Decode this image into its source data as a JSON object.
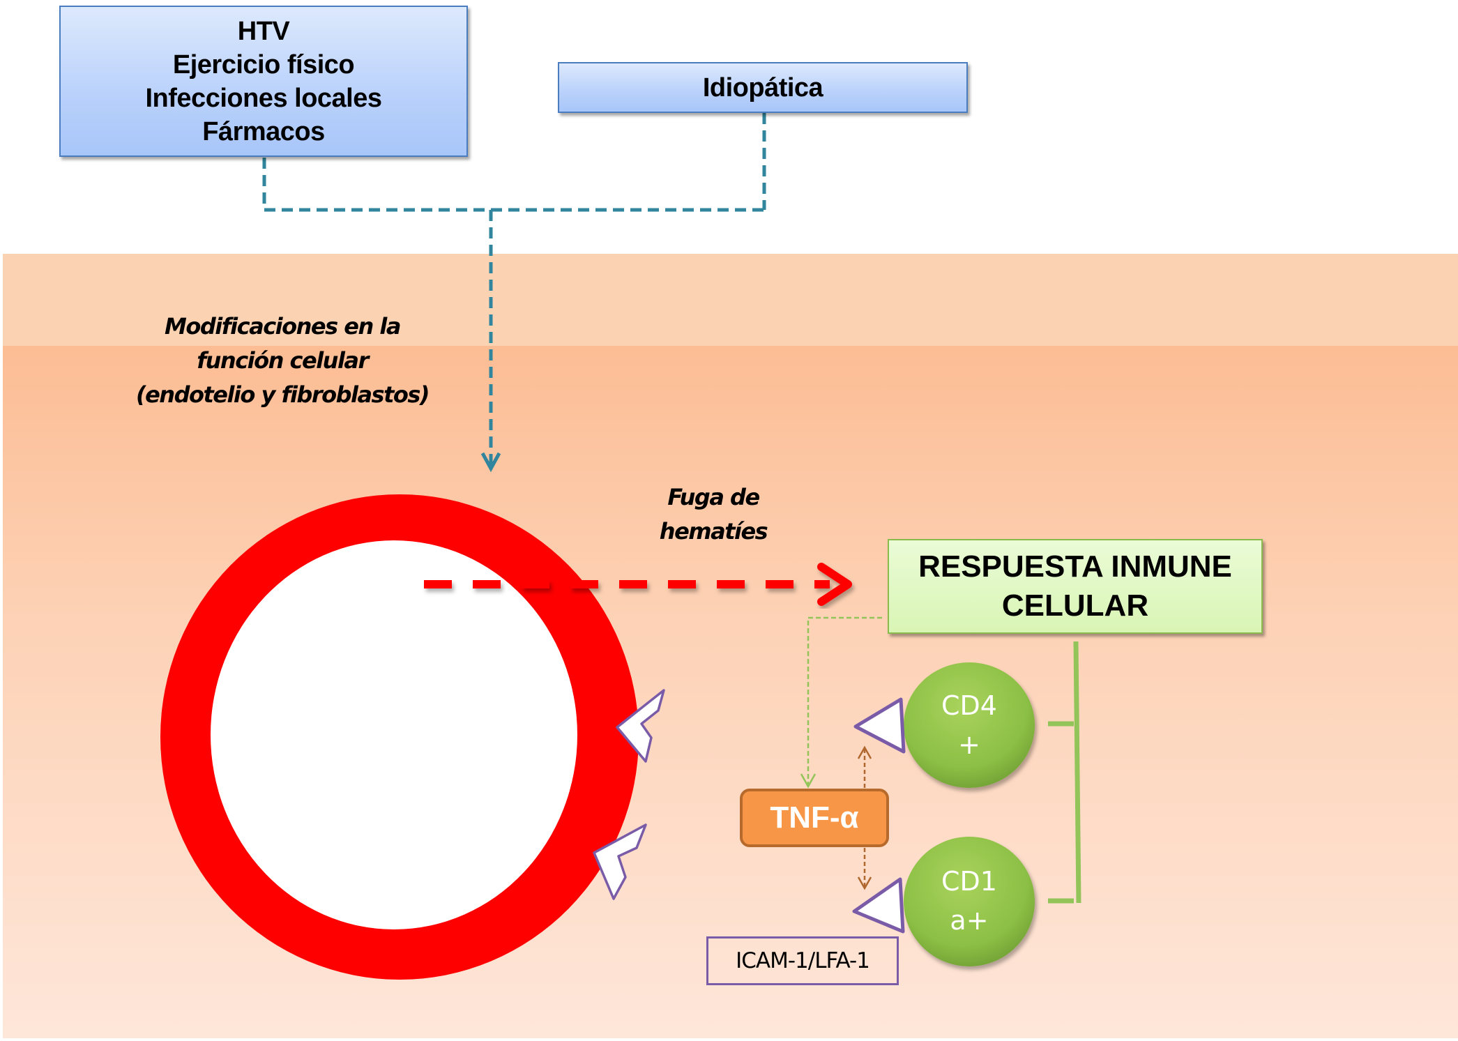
{
  "causes_box": {
    "lines": [
      "HTV",
      "Ejercicio físico",
      "Infecciones locales",
      "Fármacos"
    ]
  },
  "idiopathic_box": {
    "label": "Idiopática"
  },
  "cell_function_note": {
    "lines": [
      "Modificaciones en la",
      "función celular",
      "(endotelio y fibroblastos)"
    ]
  },
  "leak_note": {
    "lines": [
      "Fuga de",
      "hematíes"
    ]
  },
  "immune_response_box": {
    "lines": [
      "RESPUESTA INMUNE",
      "CELULAR"
    ]
  },
  "tnf_box": {
    "label": "TNF-α"
  },
  "cells": [
    {
      "lines": [
        "CD4",
        "+"
      ]
    },
    {
      "lines": [
        "CD1",
        "a+"
      ]
    }
  ],
  "adhesion_box": {
    "label": "ICAM-1/LFA-1"
  },
  "colors": {
    "vessel_wall": "#ff0000",
    "cause_connector": "#31859c",
    "leak_arrow": "#ff0000",
    "immune_connector": "#92c45a",
    "tnf_arrow": "#b0672d",
    "cell_fill": "#8fc046",
    "receptor_outline": "#7a5ba8"
  }
}
